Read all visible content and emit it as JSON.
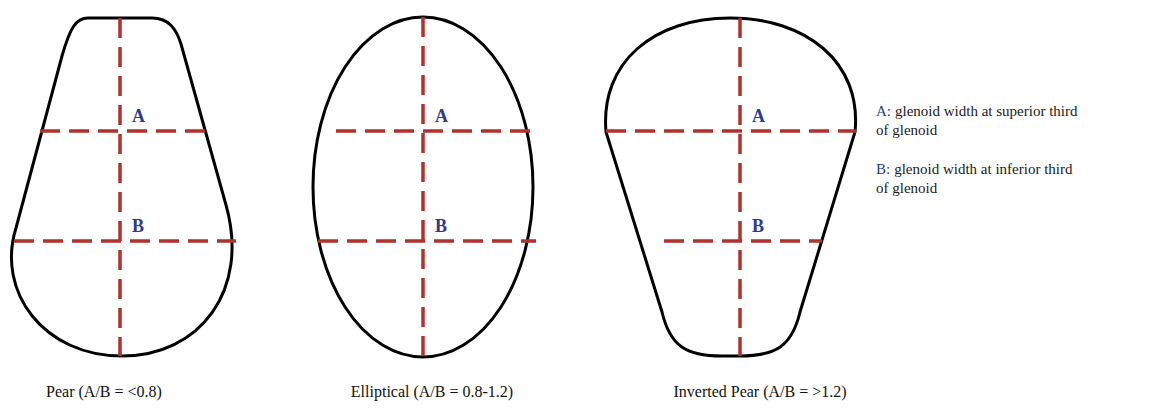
{
  "diagram": {
    "nodes": [
      {
        "text": [
          "A",
          "B",
          "Pear (A/B = <0.8)"
        ]
      },
      {
        "text": [
          "A",
          "B",
          "Elliptical (A/B = 0.8-1.2)"
        ]
      },
      {
        "text": [
          "A",
          "B",
          "Inverted Pear (A/B = >1.2)"
        ]
      }
    ],
    "labels": [
      "A:",
      "glenoid width at superior third of glenoid",
      "B:",
      "glenoid width at inferior third of glenoid"
    ]
  }
}
